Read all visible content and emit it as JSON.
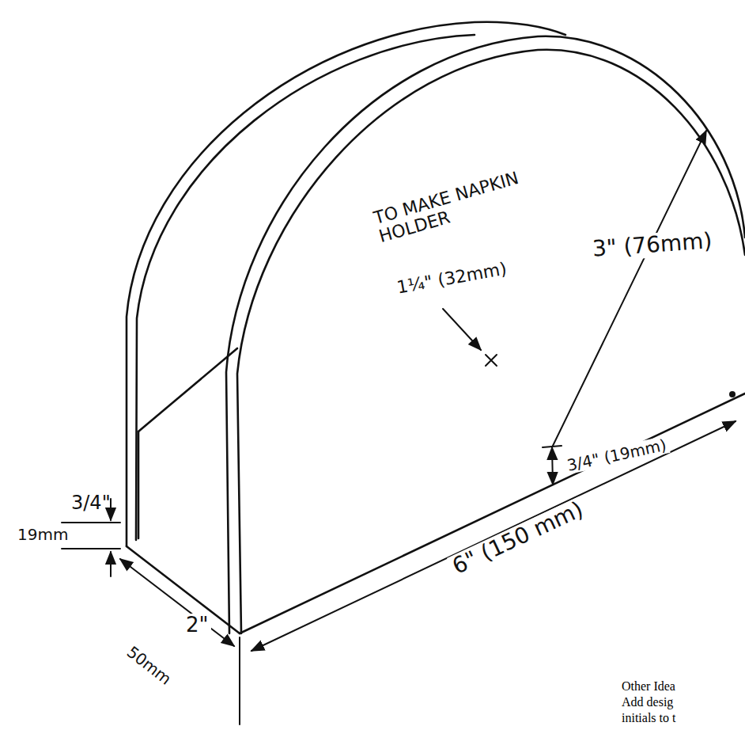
{
  "diagram": {
    "labels": [
      "TO MAKE NAPKIN HOLDER",
      "1¼\" (32mm)",
      "3\" (76mm)",
      "3/4\" (19mm)",
      "6\" (150 mm)",
      "2\"",
      "50mm",
      "3/4\"",
      "19mm",
      "Other Idea",
      "Add desig",
      "initials to t"
    ]
  }
}
